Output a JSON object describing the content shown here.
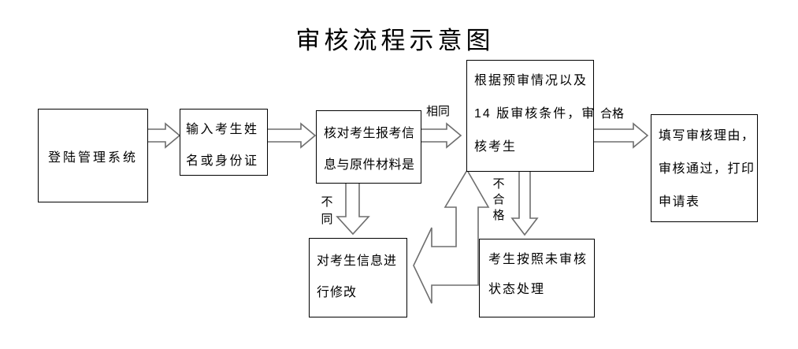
{
  "title": "审核流程示意图",
  "boxes": {
    "login": {
      "lines": [
        "登陆管理系统"
      ]
    },
    "input": {
      "lines": [
        "输入考生姓",
        "名或身份证"
      ]
    },
    "verify": {
      "lines": [
        "核对考生报考信",
        "息与原件材料是"
      ]
    },
    "audit": {
      "lines": [
        "根据预审情况以及",
        "14 版审核条件，审",
        "核考生"
      ]
    },
    "result": {
      "lines": [
        "填写审核理由，",
        "审核通过，打印",
        "申请表"
      ]
    },
    "modify": {
      "lines": [
        "对考生信息进",
        "行修改"
      ]
    },
    "unaudited": {
      "lines": [
        "考生按照未审核",
        "状态处理"
      ]
    }
  },
  "edge_labels": {
    "same": "相同",
    "different": "不同",
    "qualified": "合格",
    "unqualified": "不合格"
  },
  "arrows": [
    {
      "from": "login",
      "to": "input",
      "label": ""
    },
    {
      "from": "input",
      "to": "verify",
      "label": ""
    },
    {
      "from": "verify",
      "to": "audit",
      "label": "相同"
    },
    {
      "from": "audit",
      "to": "result",
      "label": "合格"
    },
    {
      "from": "verify",
      "to": "modify",
      "label": "不同"
    },
    {
      "from": "audit",
      "to": "unaudited",
      "label": "不合格"
    },
    {
      "from": "unaudited",
      "to": "modify",
      "label": ""
    },
    {
      "from": "unaudited",
      "to": "audit",
      "label": ""
    }
  ],
  "colors": {
    "background": "#ffffff",
    "box_border": "#000000",
    "text": "#000000",
    "arrow_outline": "#6e6e6e"
  }
}
